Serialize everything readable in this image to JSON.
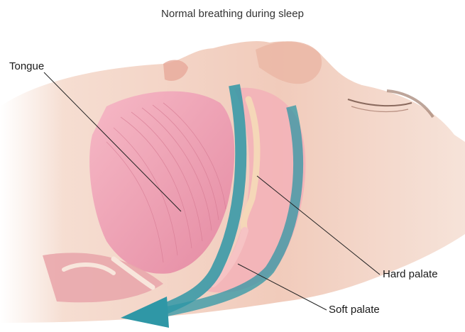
{
  "title": "Normal breathing during sleep",
  "labels": {
    "tongue": "Tongue",
    "hard_palate": "Hard palate",
    "soft_palate": "Soft palate"
  },
  "colors": {
    "skin": "#f3d3c4",
    "tongue": "#ec9ab0",
    "airway_arrow": "#2f97a6"
  }
}
